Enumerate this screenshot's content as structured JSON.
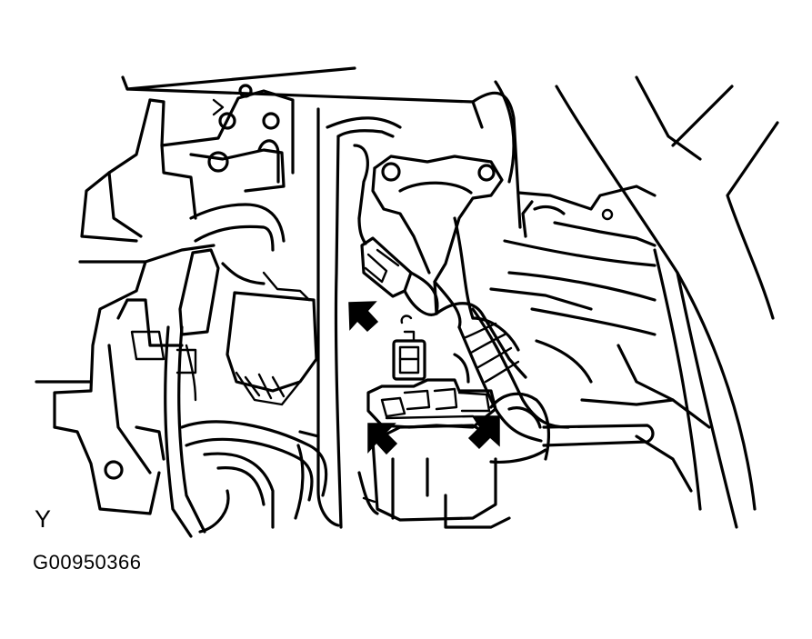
{
  "figure": {
    "view_label": "Y",
    "figure_code": "G00950366",
    "ink_color": "#000000",
    "background_color": "#ffffff"
  },
  "callouts": [
    {
      "icon": "pointer-arrow-icon",
      "target": "upper-connector"
    },
    {
      "icon": "pointer-arrow-icon",
      "target": "sensor-connector-left"
    },
    {
      "icon": "pointer-arrow-icon",
      "target": "sensor-connector-right"
    }
  ]
}
